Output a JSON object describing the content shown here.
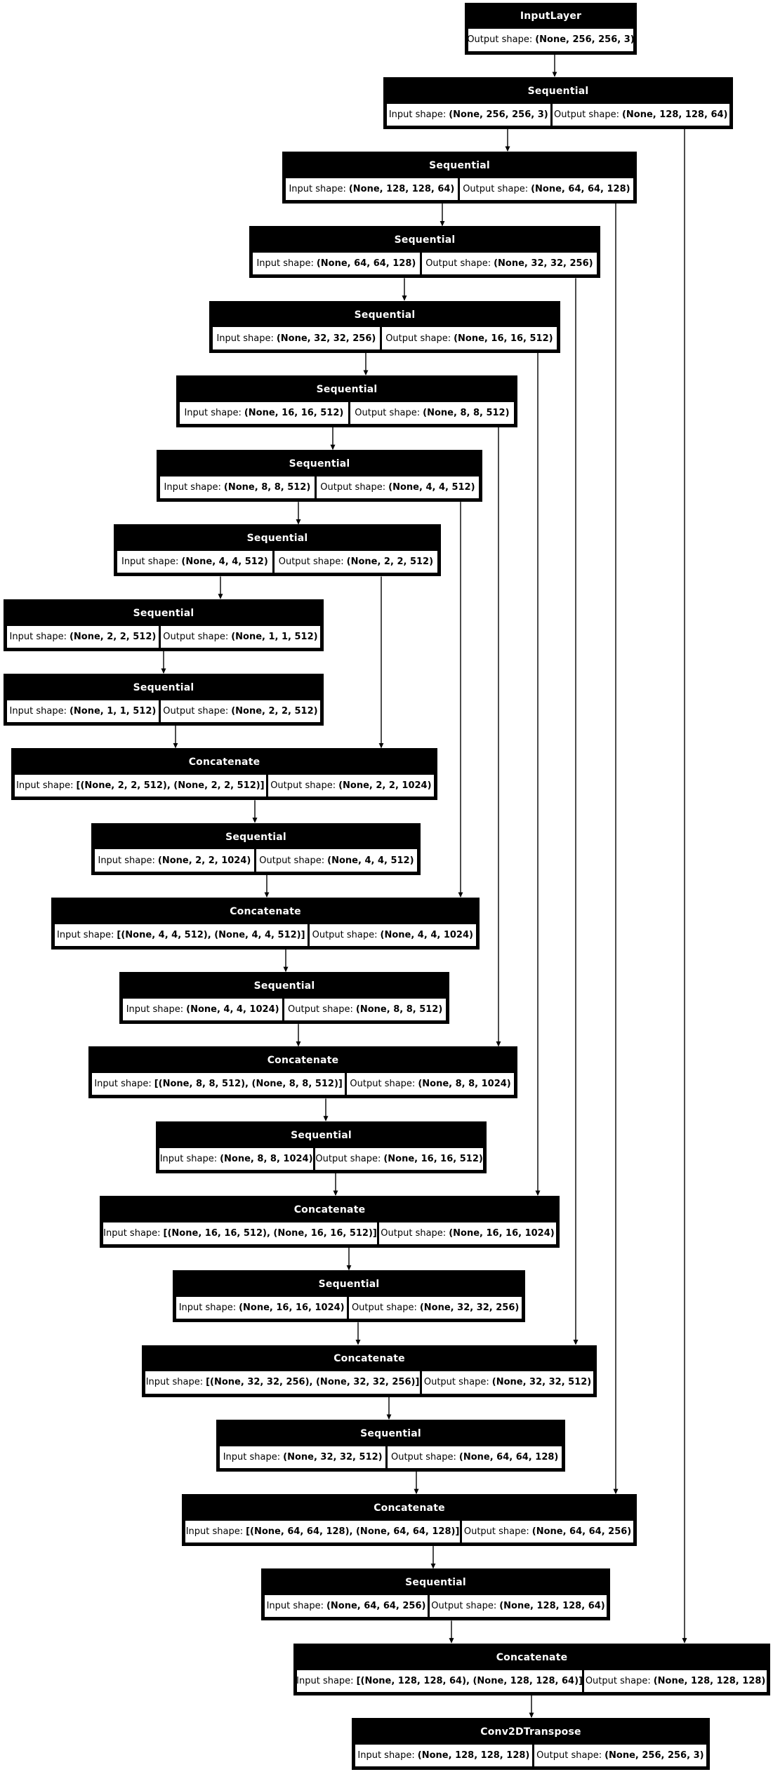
{
  "diagram": {
    "kind": "keras-model-plot",
    "description": "U-Net style model graph"
  },
  "labels": {
    "input_prefix": "Input shape:",
    "output_prefix": "Output shape:"
  },
  "colors": {
    "node_fill": "#000000",
    "node_title_text": "#ffffff",
    "cell_fill": "#ffffff",
    "cell_text": "#000000",
    "edge": "#000000",
    "background": "#ffffff"
  },
  "nodes": [
    {
      "type": "InputLayer",
      "output_shape": "(None, 256, 256, 3)"
    },
    {
      "type": "Sequential",
      "input_shape": "(None, 256, 256, 3)",
      "output_shape": "(None, 128, 128, 64)"
    },
    {
      "type": "Sequential",
      "input_shape": "(None, 128, 128, 64)",
      "output_shape": "(None, 64, 64, 128)"
    },
    {
      "type": "Sequential",
      "input_shape": "(None, 64, 64, 128)",
      "output_shape": "(None, 32, 32, 256)"
    },
    {
      "type": "Sequential",
      "input_shape": "(None, 32, 32, 256)",
      "output_shape": "(None, 16, 16, 512)"
    },
    {
      "type": "Sequential",
      "input_shape": "(None, 16, 16, 512)",
      "output_shape": "(None, 8, 8, 512)"
    },
    {
      "type": "Sequential",
      "input_shape": "(None, 8, 8, 512)",
      "output_shape": "(None, 4, 4, 512)"
    },
    {
      "type": "Sequential",
      "input_shape": "(None, 4, 4, 512)",
      "output_shape": "(None, 2, 2, 512)"
    },
    {
      "type": "Sequential",
      "input_shape": "(None, 2, 2, 512)",
      "output_shape": "(None, 1, 1, 512)"
    },
    {
      "type": "Sequential",
      "input_shape": "(None, 1, 1, 512)",
      "output_shape": "(None, 2, 2, 512)"
    },
    {
      "type": "Concatenate",
      "input_shape": "[(None, 2, 2, 512), (None, 2, 2, 512)]",
      "output_shape": "(None, 2, 2, 1024)"
    },
    {
      "type": "Sequential",
      "input_shape": "(None, 2, 2, 1024)",
      "output_shape": "(None, 4, 4, 512)"
    },
    {
      "type": "Concatenate",
      "input_shape": "[(None, 4, 4, 512), (None, 4, 4, 512)]",
      "output_shape": "(None, 4, 4, 1024)"
    },
    {
      "type": "Sequential",
      "input_shape": "(None, 4, 4, 1024)",
      "output_shape": "(None, 8, 8, 512)"
    },
    {
      "type": "Concatenate",
      "input_shape": "[(None, 8, 8, 512), (None, 8, 8, 512)]",
      "output_shape": "(None, 8, 8, 1024)"
    },
    {
      "type": "Sequential",
      "input_shape": "(None, 8, 8, 1024)",
      "output_shape": "(None, 16, 16, 512)"
    },
    {
      "type": "Concatenate",
      "input_shape": "[(None, 16, 16, 512), (None, 16, 16, 512)]",
      "output_shape": "(None, 16, 16, 1024)"
    },
    {
      "type": "Sequential",
      "input_shape": "(None, 16, 16, 1024)",
      "output_shape": "(None, 32, 32, 256)"
    },
    {
      "type": "Concatenate",
      "input_shape": "[(None, 32, 32, 256), (None, 32, 32, 256)]",
      "output_shape": "(None, 32, 32, 512)"
    },
    {
      "type": "Sequential",
      "input_shape": "(None, 32, 32, 512)",
      "output_shape": "(None, 64, 64, 128)"
    },
    {
      "type": "Concatenate",
      "input_shape": "[(None, 64, 64, 128), (None, 64, 64, 128)]",
      "output_shape": "(None, 64, 64, 256)"
    },
    {
      "type": "Sequential",
      "input_shape": "(None, 64, 64, 256)",
      "output_shape": "(None, 128, 128, 64)"
    },
    {
      "type": "Concatenate",
      "input_shape": "[(None, 128, 128, 64), (None, 128, 128, 64)]",
      "output_shape": "(None, 128, 128, 128)"
    },
    {
      "type": "Conv2DTranspose",
      "input_shape": "(None, 128, 128, 128)",
      "output_shape": "(None, 256, 256, 3)"
    }
  ],
  "edges": [
    {
      "from": 0,
      "to": 1,
      "kind": "main"
    },
    {
      "from": 1,
      "to": 2,
      "kind": "main"
    },
    {
      "from": 2,
      "to": 3,
      "kind": "main"
    },
    {
      "from": 3,
      "to": 4,
      "kind": "main"
    },
    {
      "from": 4,
      "to": 5,
      "kind": "main"
    },
    {
      "from": 5,
      "to": 6,
      "kind": "main"
    },
    {
      "from": 6,
      "to": 7,
      "kind": "main"
    },
    {
      "from": 7,
      "to": 8,
      "kind": "main"
    },
    {
      "from": 8,
      "to": 9,
      "kind": "main"
    },
    {
      "from": 9,
      "to": 10,
      "kind": "main"
    },
    {
      "from": 10,
      "to": 11,
      "kind": "main"
    },
    {
      "from": 11,
      "to": 12,
      "kind": "main"
    },
    {
      "from": 12,
      "to": 13,
      "kind": "main"
    },
    {
      "from": 13,
      "to": 14,
      "kind": "main"
    },
    {
      "from": 14,
      "to": 15,
      "kind": "main"
    },
    {
      "from": 15,
      "to": 16,
      "kind": "main"
    },
    {
      "from": 16,
      "to": 17,
      "kind": "main"
    },
    {
      "from": 17,
      "to": 18,
      "kind": "main"
    },
    {
      "from": 18,
      "to": 19,
      "kind": "main"
    },
    {
      "from": 19,
      "to": 20,
      "kind": "main"
    },
    {
      "from": 20,
      "to": 21,
      "kind": "main"
    },
    {
      "from": 21,
      "to": 22,
      "kind": "main"
    },
    {
      "from": 22,
      "to": 23,
      "kind": "main"
    },
    {
      "from": 1,
      "to": 22,
      "kind": "skip"
    },
    {
      "from": 2,
      "to": 20,
      "kind": "skip"
    },
    {
      "from": 3,
      "to": 18,
      "kind": "skip"
    },
    {
      "from": 4,
      "to": 16,
      "kind": "skip"
    },
    {
      "from": 5,
      "to": 14,
      "kind": "skip"
    },
    {
      "from": 6,
      "to": 12,
      "kind": "skip"
    },
    {
      "from": 7,
      "to": 10,
      "kind": "skip"
    }
  ]
}
